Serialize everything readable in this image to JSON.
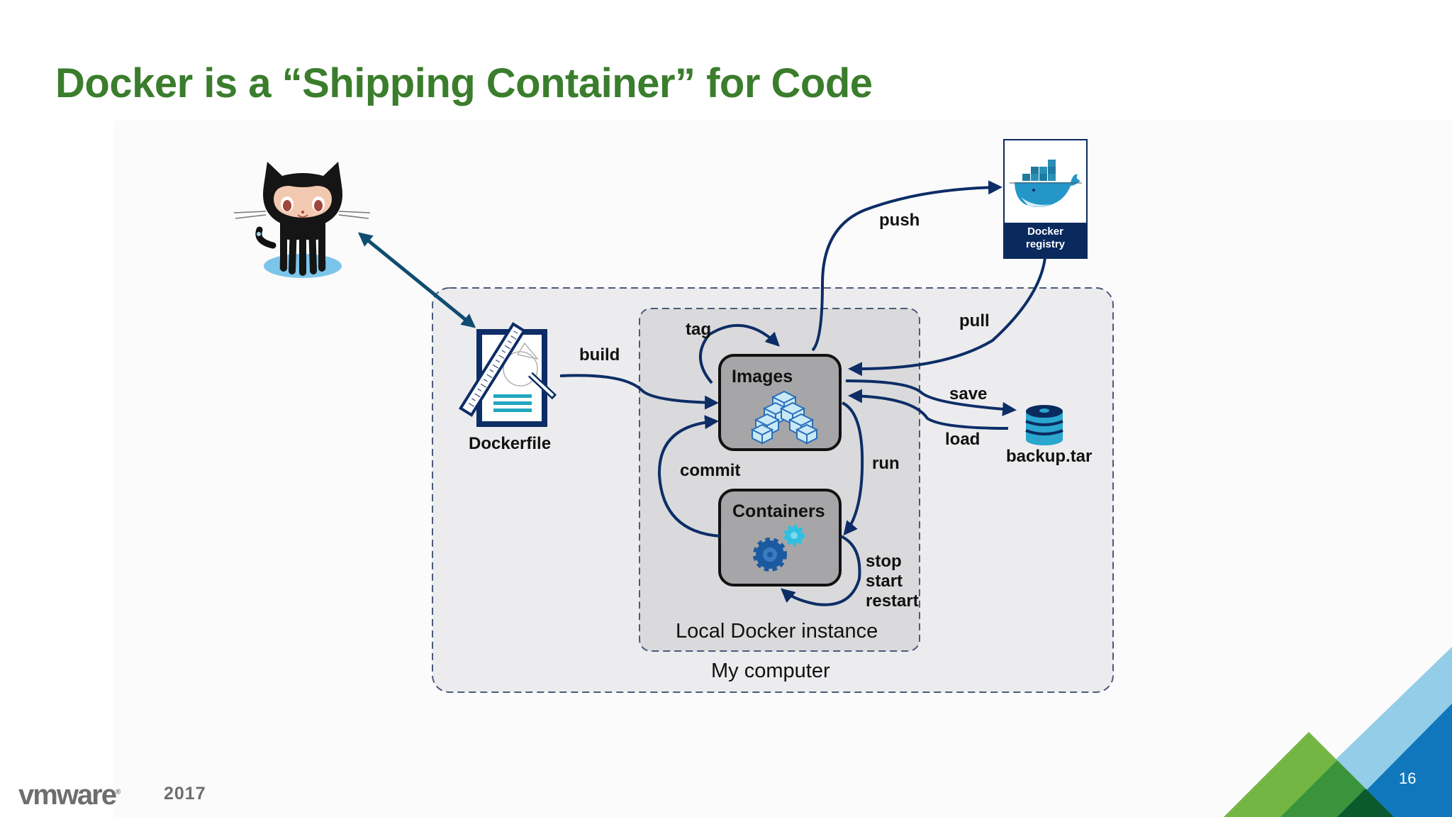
{
  "slide": {
    "title": "Docker is a “Shipping Container” for Code",
    "page_number": "16",
    "footer": {
      "brand": "vmware",
      "year": "2017"
    }
  },
  "diagram": {
    "nodes": {
      "github": {
        "icon": "github-octocat-icon"
      },
      "dockerfile": {
        "label": "Dockerfile",
        "icon": "dockerfile-icon"
      },
      "images": {
        "label": "Images",
        "icon": "stacked-cubes-icon"
      },
      "containers": {
        "label": "Containers",
        "icon": "gears-icon"
      },
      "registry": {
        "label_line1": "Docker",
        "label_line2": "registry",
        "icon": "docker-whale-icon"
      },
      "backup": {
        "label": "backup.tar",
        "icon": "database-icon"
      }
    },
    "areas": {
      "local_instance": "Local Docker instance",
      "my_computer": "My computer"
    },
    "edges": {
      "build": "build",
      "tag": "tag",
      "push": "push",
      "pull": "pull",
      "save": "save",
      "load": "load",
      "run": "run",
      "commit": "commit",
      "lifecycle_1": "stop",
      "lifecycle_2": "start",
      "lifecycle_3": "restart"
    },
    "colors": {
      "title_green": "#3a7d2c",
      "arrow_navy": "#0d2d66",
      "box_gray": "#a6a6a8",
      "registry_navy": "#0a2a5e",
      "docker_blue": "#2496c8"
    }
  }
}
